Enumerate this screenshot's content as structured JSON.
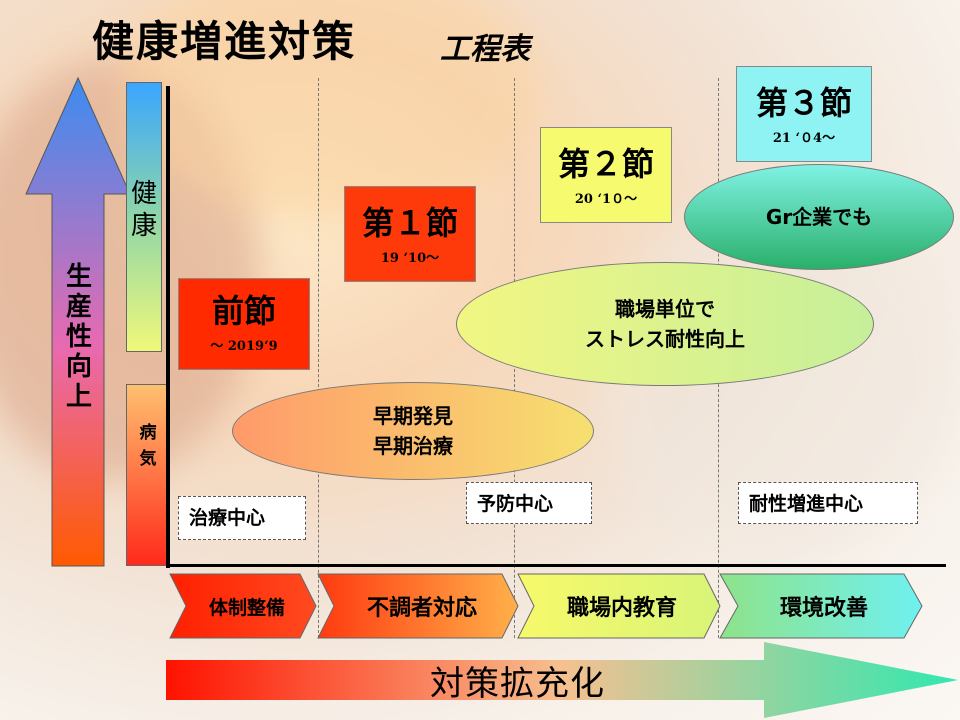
{
  "header": {
    "title": "健康増進対策",
    "subtitle": "工程表"
  },
  "left": {
    "main_arrow_label": [
      "生",
      "産",
      "性",
      "向",
      "上"
    ],
    "health_bar_label": [
      "健",
      "康"
    ],
    "illness_bar_label": [
      "病",
      "気"
    ]
  },
  "phases": [
    {
      "name": "前節",
      "period": "～ 2019‘9"
    },
    {
      "name": "第１節",
      "period": "19 ‘10～"
    },
    {
      "name": "第２節",
      "period": "20 ‘1０～"
    },
    {
      "name": "第３節",
      "period": "21 ‘０4～"
    }
  ],
  "ellipses": {
    "early": [
      "早期発見",
      "早期治療"
    ],
    "stress": [
      "職場単位で",
      "ストレス耐性向上"
    ],
    "group": "Gr企業でも"
  },
  "focus_tags": [
    "治療中心",
    "予防中心",
    "耐性増進中心"
  ],
  "process_steps": [
    "体制整備",
    "不調者対応",
    "職場内教育",
    "環境改善"
  ],
  "bottom_arrow_label": "対策拡充化",
  "colors": {
    "red": "#ff1a00",
    "yellow": "#f4f868",
    "cyan": "#7ff0f0",
    "green": "#6cd6a0"
  }
}
